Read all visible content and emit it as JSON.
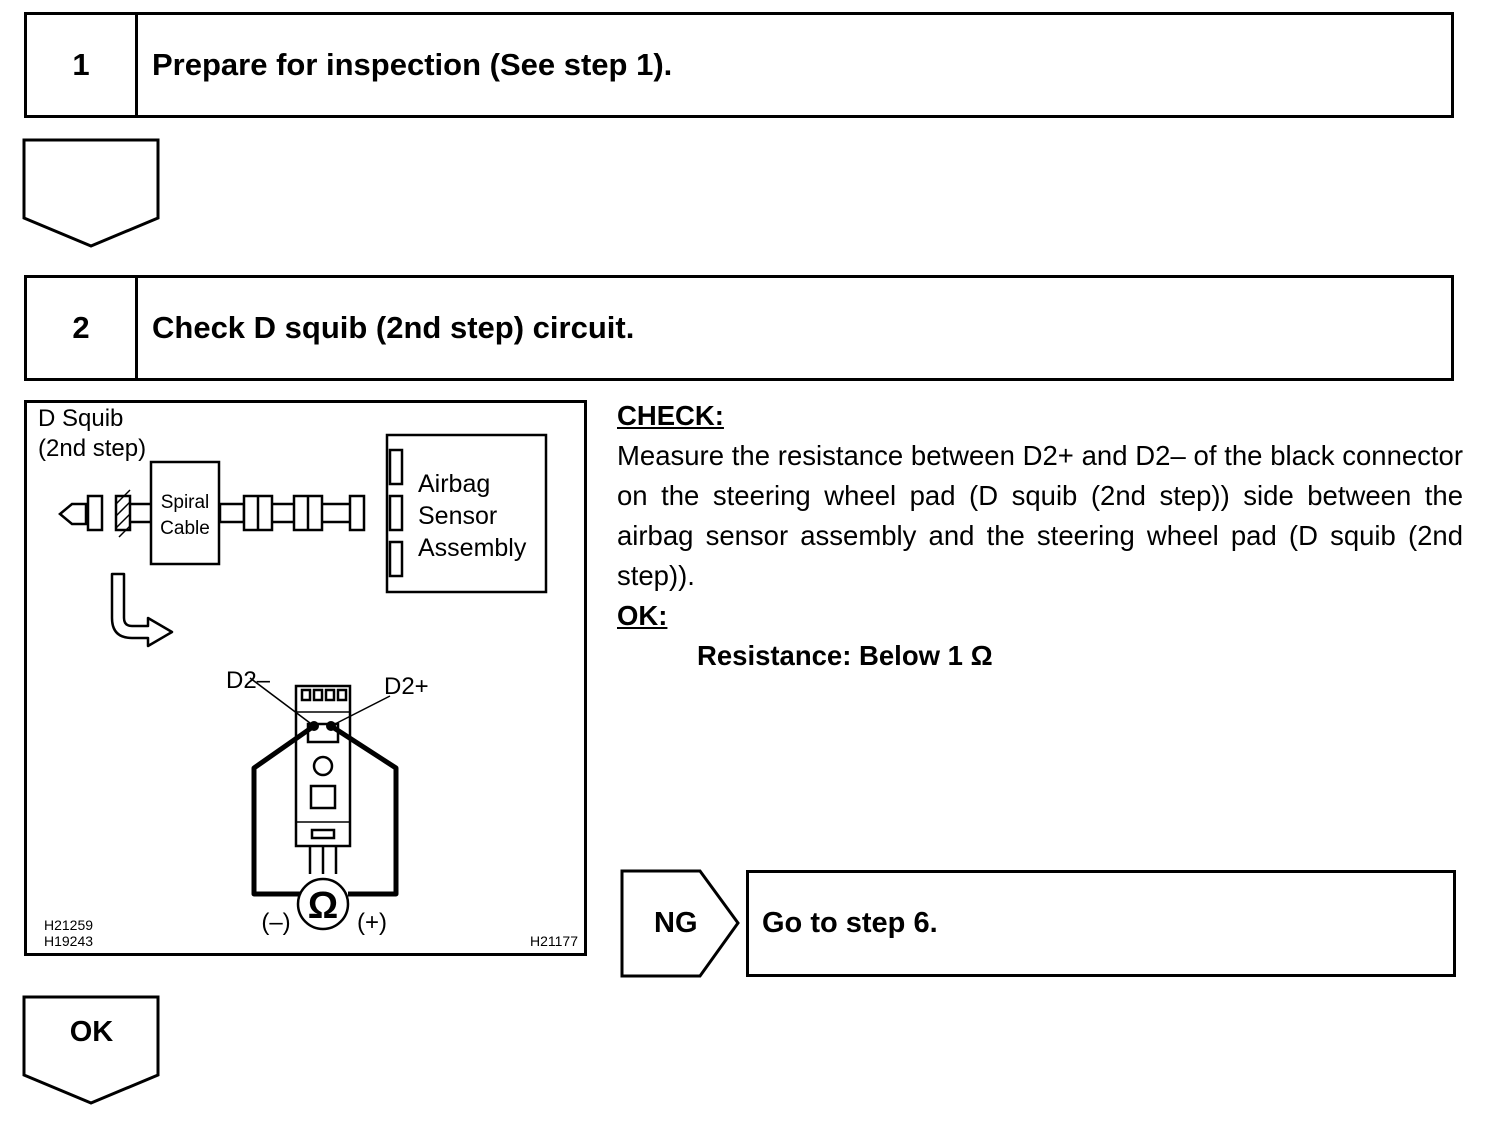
{
  "steps": [
    {
      "number": "1",
      "title": "Prepare for inspection (See step 1)."
    },
    {
      "number": "2",
      "title": "Check D squib (2nd step) circuit."
    }
  ],
  "diagram": {
    "title_line1": "D Squib",
    "title_line2": "(2nd step)",
    "spiral_line1": "Spiral",
    "spiral_line2": "Cable",
    "sensor_line1": "Airbag",
    "sensor_line2": "Sensor",
    "sensor_line3": "Assembly",
    "d2_minus": "D2–",
    "d2_plus": "D2+",
    "ohm_symbol": "Ω",
    "minus_label": "(–)",
    "plus_label": "(+)",
    "code_1": "H21259",
    "code_2": "H19243",
    "code_3": "H21177"
  },
  "check": {
    "heading": "CHECK:",
    "text": "Measure the resistance between D2+ and D2– of the black connector on the steering wheel pad (D squib (2nd step)) side between the airbag sensor assembly and the steering wheel pad (D squib (2nd step)).",
    "ok_heading": "OK:",
    "resistance": "Resistance: Below 1 Ω"
  },
  "ng": {
    "label": "NG",
    "action": "Go to step 6."
  },
  "ok_label": "OK"
}
